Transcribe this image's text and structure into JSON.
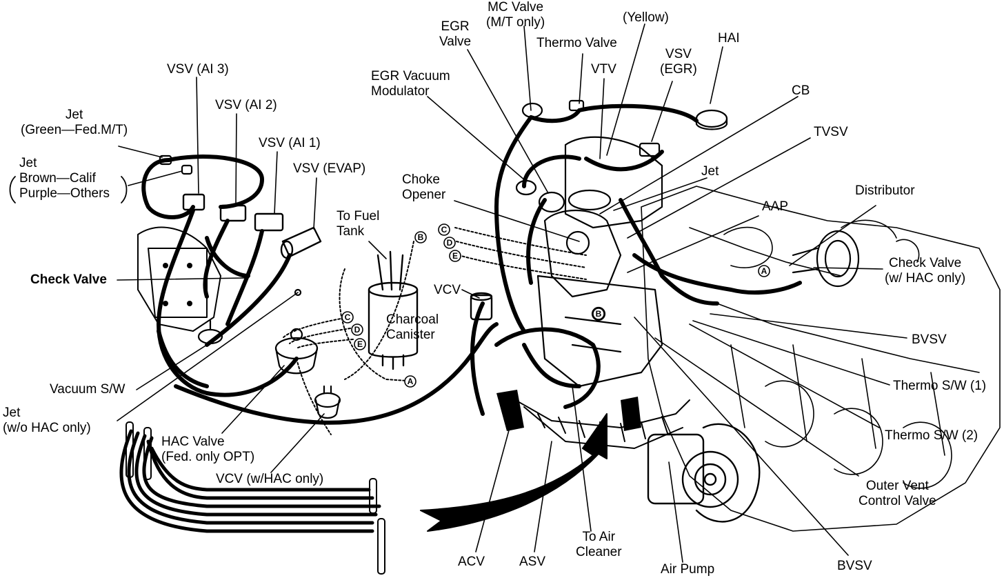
{
  "labels": {
    "mc_valve": [
      "MC Valve",
      "(M/T only)"
    ],
    "yellow": "(Yellow)",
    "hai": "HAI",
    "egr_valve": [
      "EGR",
      "Valve"
    ],
    "thermo_valve": "Thermo Valve",
    "vsv_egr": [
      "VSV",
      "(EGR)"
    ],
    "vtv": "VTV",
    "egr_vacuum_modulator": [
      "EGR Vacuum",
      "Modulator"
    ],
    "cb": "CB",
    "vsv_ai3": "VSV (AI 3)",
    "vsv_ai2": "VSV (AI 2)",
    "vsv_ai1": "VSV (AI 1)",
    "vsv_evap": "VSV (EVAP)",
    "tvsv": "TVSV",
    "jet_green": [
      "Jet",
      "(Green—Fed.M/T)"
    ],
    "jet_brown": [
      "Jet",
      "Brown—Calif",
      "Purple—Others"
    ],
    "jet_top": "Jet",
    "choke_opener": [
      "Choke",
      "Opener"
    ],
    "to_fuel_tank": [
      "To Fuel",
      "Tank"
    ],
    "aap": "AAP",
    "distributor": "Distributor",
    "check_valve_left": "Check Valve",
    "check_valve_right": [
      "Check Valve",
      "(w/ HAC only)"
    ],
    "vcv": "VCV",
    "charcoal_canister": [
      "Charcoal",
      "Canister"
    ],
    "bvsv_right": "BVSV",
    "vacuum_sw": "Vacuum S/W",
    "thermo_sw1": "Thermo S/W (1)",
    "jet_wo_hac": [
      "Jet",
      "(w/o HAC only)"
    ],
    "thermo_sw2": "Thermo S/W (2)",
    "hac_valve": [
      "HAC Valve",
      "(Fed. only OPT)"
    ],
    "vcv_hac": "VCV (w/HAC only)",
    "outer_vent": [
      "Outer Vent",
      "Control Valve"
    ],
    "acv": "ACV",
    "asv": "ASV",
    "to_air_cleaner": [
      "To Air",
      "Cleaner"
    ],
    "air_pump": "Air Pump",
    "bvsv_bottom": "BVSV"
  },
  "markers": [
    "A",
    "B",
    "C",
    "D",
    "E"
  ],
  "colors": {
    "ink": "#000000",
    "paper": "#ffffff"
  }
}
